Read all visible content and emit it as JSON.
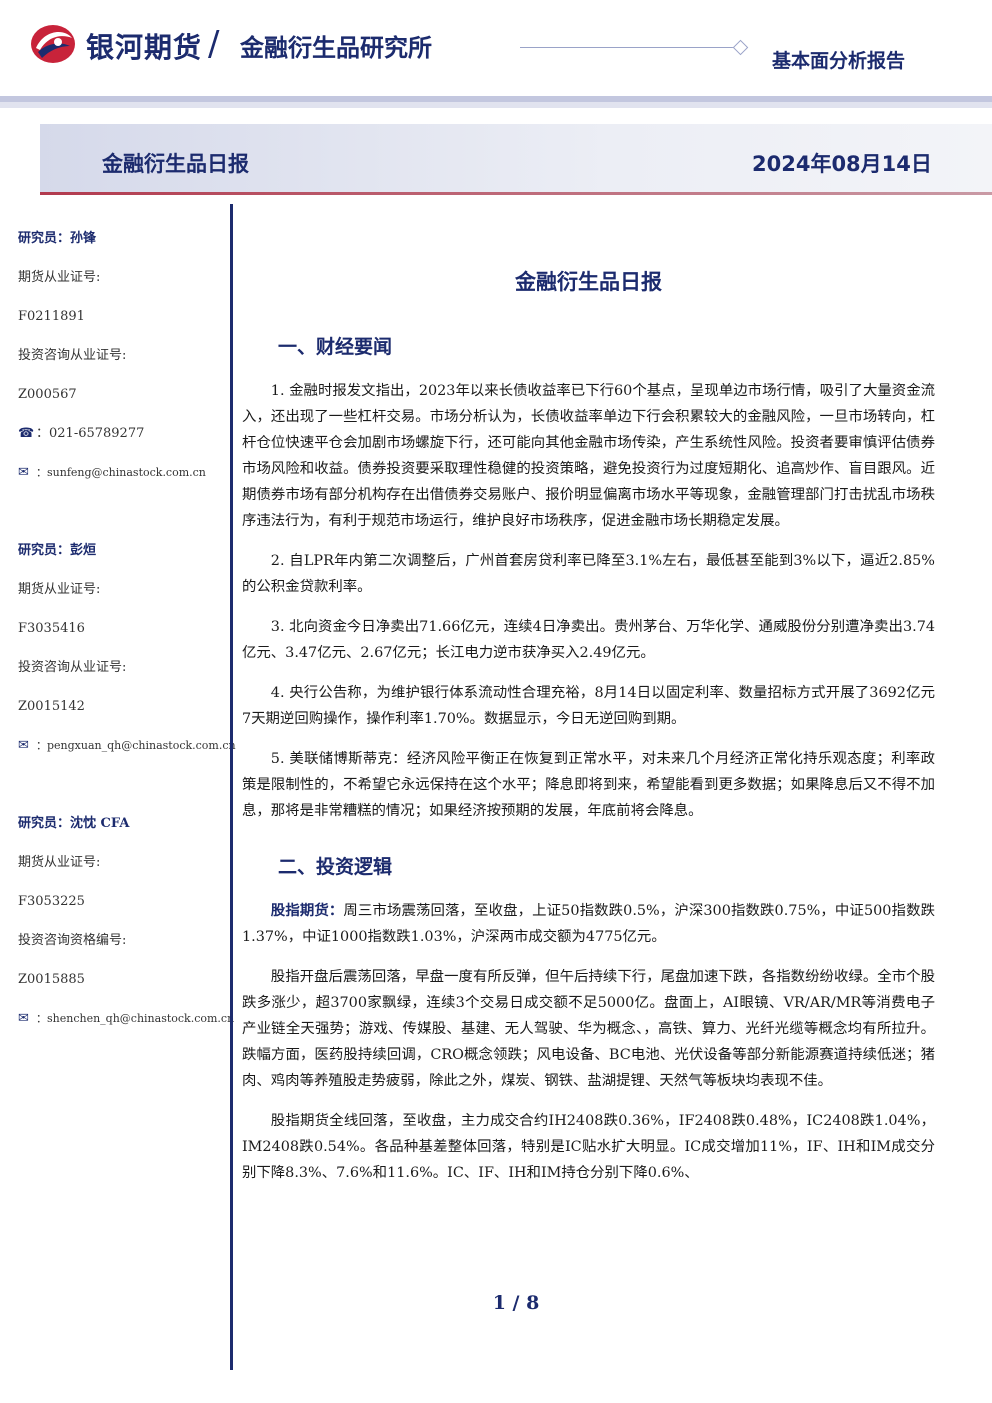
{
  "header": {
    "brand": "银河期货",
    "slash": "/",
    "institute": "金融衍生品研究所",
    "report_type": "基本面分析报告"
  },
  "title_bar": {
    "title": "金融衍生品日报",
    "date": "2024年08月14日"
  },
  "analysts": [
    {
      "name": "研究员：孙锋",
      "cert_label": "期货从业证号:",
      "cert_value": "F0211891",
      "consult_label": "投资咨询从业证号:",
      "consult_value": "Z000567",
      "phone": "：021-65789277",
      "email": "：sunfeng@chinastock.com.cn"
    },
    {
      "name": "研究员：彭烜",
      "cert_label": "期货从业证号:",
      "cert_value": "F3035416",
      "consult_label": "投资咨询从业证号:",
      "consult_value": "Z0015142",
      "email": "：pengxuan_qh@chinastock.com.cn"
    },
    {
      "name": "研究员：沈忱 CFA",
      "cert_label": "期货从业证号:",
      "cert_value": "F3053225",
      "consult_label": "投资咨询资格编号:",
      "consult_value": "Z0015885",
      "email": "：shenchen_qh@chinastock.com.cn"
    }
  ],
  "icons": {
    "phone": "phone-icon",
    "email": "envelope-icon"
  },
  "main": {
    "title": "金融衍生品日报",
    "section1": {
      "title": "一、财经要闻",
      "paras": [
        "1. 金融时报发文指出，2023年以来长债收益率已下行60个基点，呈现单边市场行情，吸引了大量资金流入，还出现了一些杠杆交易。市场分析认为，长债收益率单边下行会积累较大的金融风险，一旦市场转向，杠杆仓位快速平仓会加剧市场螺旋下行，还可能向其他金融市场传染，产生系统性风险。投资者要审慎评估债券市场风险和收益。债券投资要采取理性稳健的投资策略，避免投资行为过度短期化、追高炒作、盲目跟风。近期债券市场有部分机构存在出借债券交易账户、报价明显偏离市场水平等现象，金融管理部门打击扰乱市场秩序违法行为，有利于规范市场运行，维护良好市场秩序，促进金融市场长期稳定发展。",
        "2. 自LPR年内第二次调整后，广州首套房贷利率已降至3.1%左右，最低甚至能到3%以下，逼近2.85%的公积金贷款利率。",
        "3. 北向资金今日净卖出71.66亿元，连续4日净卖出。贵州茅台、万华化学、通威股份分别遭净卖出3.74亿元、3.47亿元、2.67亿元；长江电力逆市获净买入2.49亿元。",
        "4. 央行公告称，为维护银行体系流动性合理充裕，8月14日以固定利率、数量招标方式开展了3692亿元7天期逆回购操作，操作利率1.70%。数据显示，今日无逆回购到期。",
        "5. 美联储博斯蒂克：经济风险平衡正在恢复到正常水平，对未来几个月经济正常化持乐观态度；利率政策是限制性的，不希望它永远保持在这个水平；降息即将到来，希望能看到更多数据；如果降息后又不得不加息，那将是非常糟糕的情况；如果经济按预期的发展，年底前将会降息。"
      ]
    },
    "section2": {
      "title": "二、投资逻辑",
      "p1_label": "股指期货：",
      "p1_text": "周三市场震荡回落，至收盘，上证50指数跌0.5%，沪深300指数跌0.75%，中证500指数跌1.37%，中证1000指数跌1.03%，沪深两市成交额为4775亿元。",
      "p2": "股指开盘后震荡回落，早盘一度有所反弹，但午后持续下行，尾盘加速下跌，各指数纷纷收绿。全市个股跌多涨少，超3700家飘绿，连续3个交易日成交额不足5000亿。盘面上，AI眼镜、VR/AR/MR等消费电子产业链全天强势；游戏、传媒股、基建、无人驾驶、华为概念、，高铁、算力、光纤光缆等概念均有所拉升。跌幅方面，医药股持续回调，CRO概念领跌；风电设备、BC电池、光伏设备等部分新能源赛道持续低迷；猪肉、鸡肉等养殖股走势疲弱，除此之外，煤炭、钢铁、盐湖提锂、天然气等板块均表现不佳。",
      "p3": "股指期货全线回落，至收盘，主力成交合约IH2408跌0.36%，IF2408跌0.48%，IC2408跌1.04%，IM2408跌0.54%。各品种基差整体回落，特别是IC贴水扩大明显。IC成交增加11%，IF、IH和IM成交分别下降8.3%、7.6%和11.6%。IC、IF、IH和IM持仓分别下降0.6%、"
    }
  },
  "footer": {
    "page": "1 / 8"
  },
  "colors": {
    "brand_navy": "#1c2b6e",
    "brand_red": "#c8233a"
  }
}
